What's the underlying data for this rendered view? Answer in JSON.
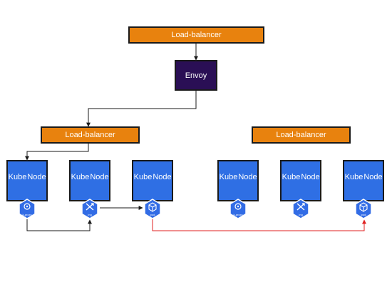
{
  "top_lb": {
    "label": "Load-balancer"
  },
  "envoy": {
    "label": "Envoy"
  },
  "left_lb": {
    "label": "Load-balancer"
  },
  "right_lb": {
    "label": "Load-balancer"
  },
  "nodes": [
    {
      "line1": "Kube",
      "line2": "Node",
      "icon": "k-proxy"
    },
    {
      "line1": "Kube",
      "line2": "Node",
      "icon": "ing"
    },
    {
      "line1": "Kube",
      "line2": "Node",
      "icon": "pod"
    },
    {
      "line1": "Kube",
      "line2": "Node",
      "icon": "k-proxy"
    },
    {
      "line1": "Kube",
      "line2": "Node",
      "icon": "ing"
    },
    {
      "line1": "Kube",
      "line2": "Node",
      "icon": "pod"
    }
  ],
  "colors": {
    "load_balancer": "#e8820e",
    "envoy": "#2a0f55",
    "kube_node": "#2f6fe4",
    "k8s_icon": "#326ce5",
    "arrow": "#1a1a1a",
    "highlight_arrow": "#e02020"
  }
}
